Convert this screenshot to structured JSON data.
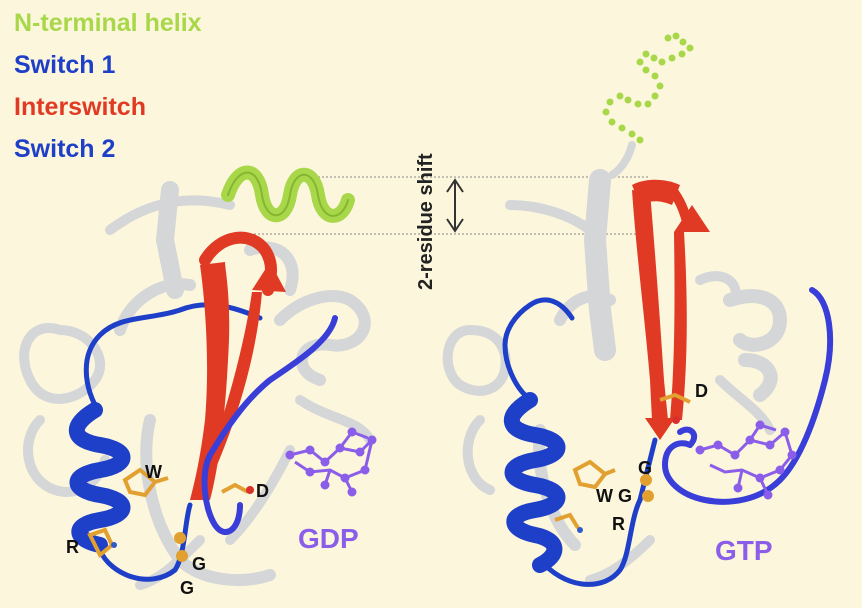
{
  "legend": [
    {
      "label": "N-terminal helix",
      "color": "#a8d84a"
    },
    {
      "label": "Switch 1",
      "color": "#1e3fc8"
    },
    {
      "label": "Interswitch",
      "color": "#e03a24"
    },
    {
      "label": "Switch 2",
      "color": "#1e3fc8"
    }
  ],
  "shift_label": "2-residue shift",
  "left_structure": {
    "nucleotide": "GDP",
    "residues": {
      "w": "W",
      "d": "D",
      "r": "R",
      "g1": "G",
      "g2": "G"
    }
  },
  "right_structure": {
    "nucleotide": "GTP",
    "residues": {
      "d": "D",
      "g1": "G",
      "w": "W",
      "g2": "G",
      "r": "R"
    }
  },
  "colors": {
    "background": "#fcf6dc",
    "ribbon": "#d4d6d8",
    "n_helix": "#a8d84a",
    "switch": "#1e3fc8",
    "interswitch": "#e03a24",
    "nucleotide": "#8a5ee8",
    "sidechain": "#e2a030"
  }
}
